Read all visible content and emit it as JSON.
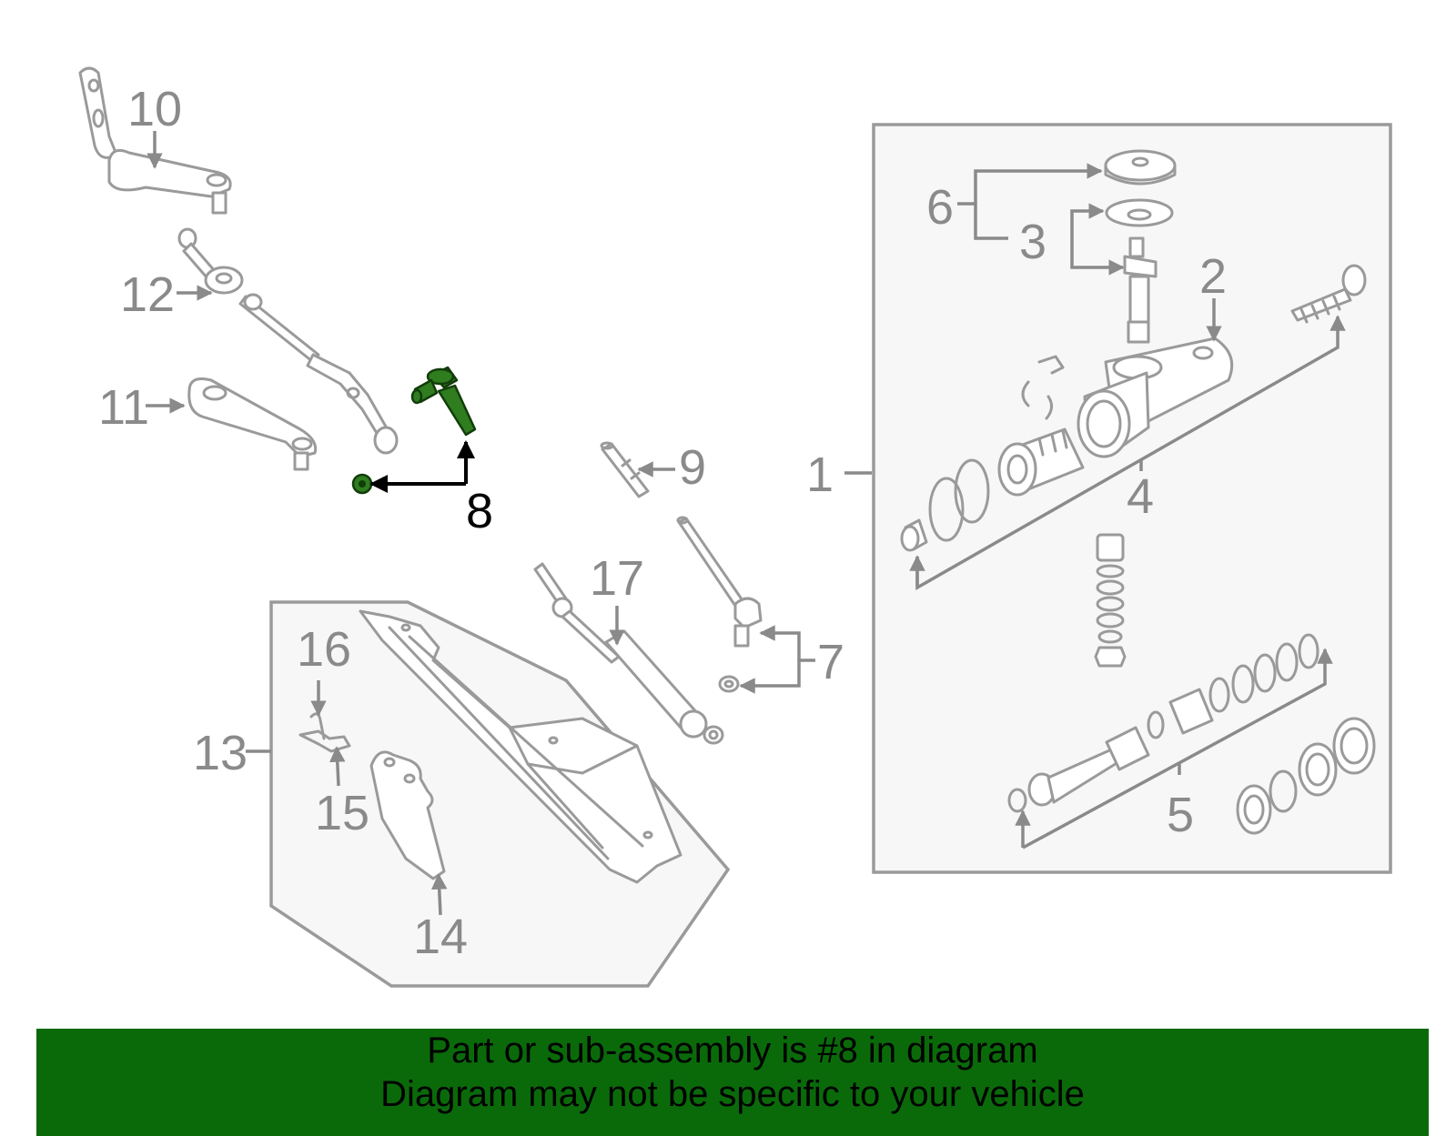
{
  "callouts": {
    "c1": "1",
    "c2": "2",
    "c3": "3",
    "c4": "4",
    "c5": "5",
    "c6": "6",
    "c7": "7",
    "c8": "8",
    "c9": "9",
    "c10": "10",
    "c11": "11",
    "c12": "12",
    "c13": "13",
    "c14": "14",
    "c15": "15",
    "c16": "16",
    "c17": "17"
  },
  "highlight": {
    "part_number": "8",
    "color": "#2f7d1f"
  },
  "banner": {
    "line1": "Part or sub-assembly is #8 in diagram",
    "line2": "Diagram may not be specific to your vehicle",
    "background": "#0a6a0a"
  }
}
